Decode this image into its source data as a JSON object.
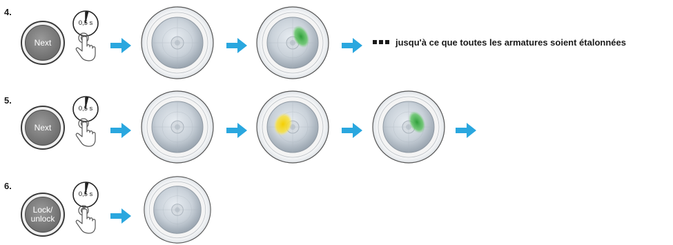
{
  "steps": [
    {
      "number": "4.",
      "button_label": "Next",
      "timer_label": "0,5 s",
      "lamps": [
        "off",
        "green"
      ],
      "caption": "jusqu'à ce que toutes les armatures soient étalonnées"
    },
    {
      "number": "5.",
      "button_label": "Next",
      "timer_label": "0,5 s",
      "lamps": [
        "off",
        "yellow",
        "green"
      ]
    },
    {
      "number": "6.",
      "button_label": "Lock/ unlock",
      "timer_label": "0,5 s",
      "lamps": [
        "off"
      ]
    }
  ],
  "colors": {
    "arrow": "#2aa7df",
    "green": "#3aa845",
    "yellow": "#f5d60a",
    "button": "#7d7d7d"
  },
  "icons": [
    "stopwatch-icon",
    "hand-press-icon",
    "arrow-right-icon",
    "lamp-icon",
    "ellipsis-icon"
  ]
}
